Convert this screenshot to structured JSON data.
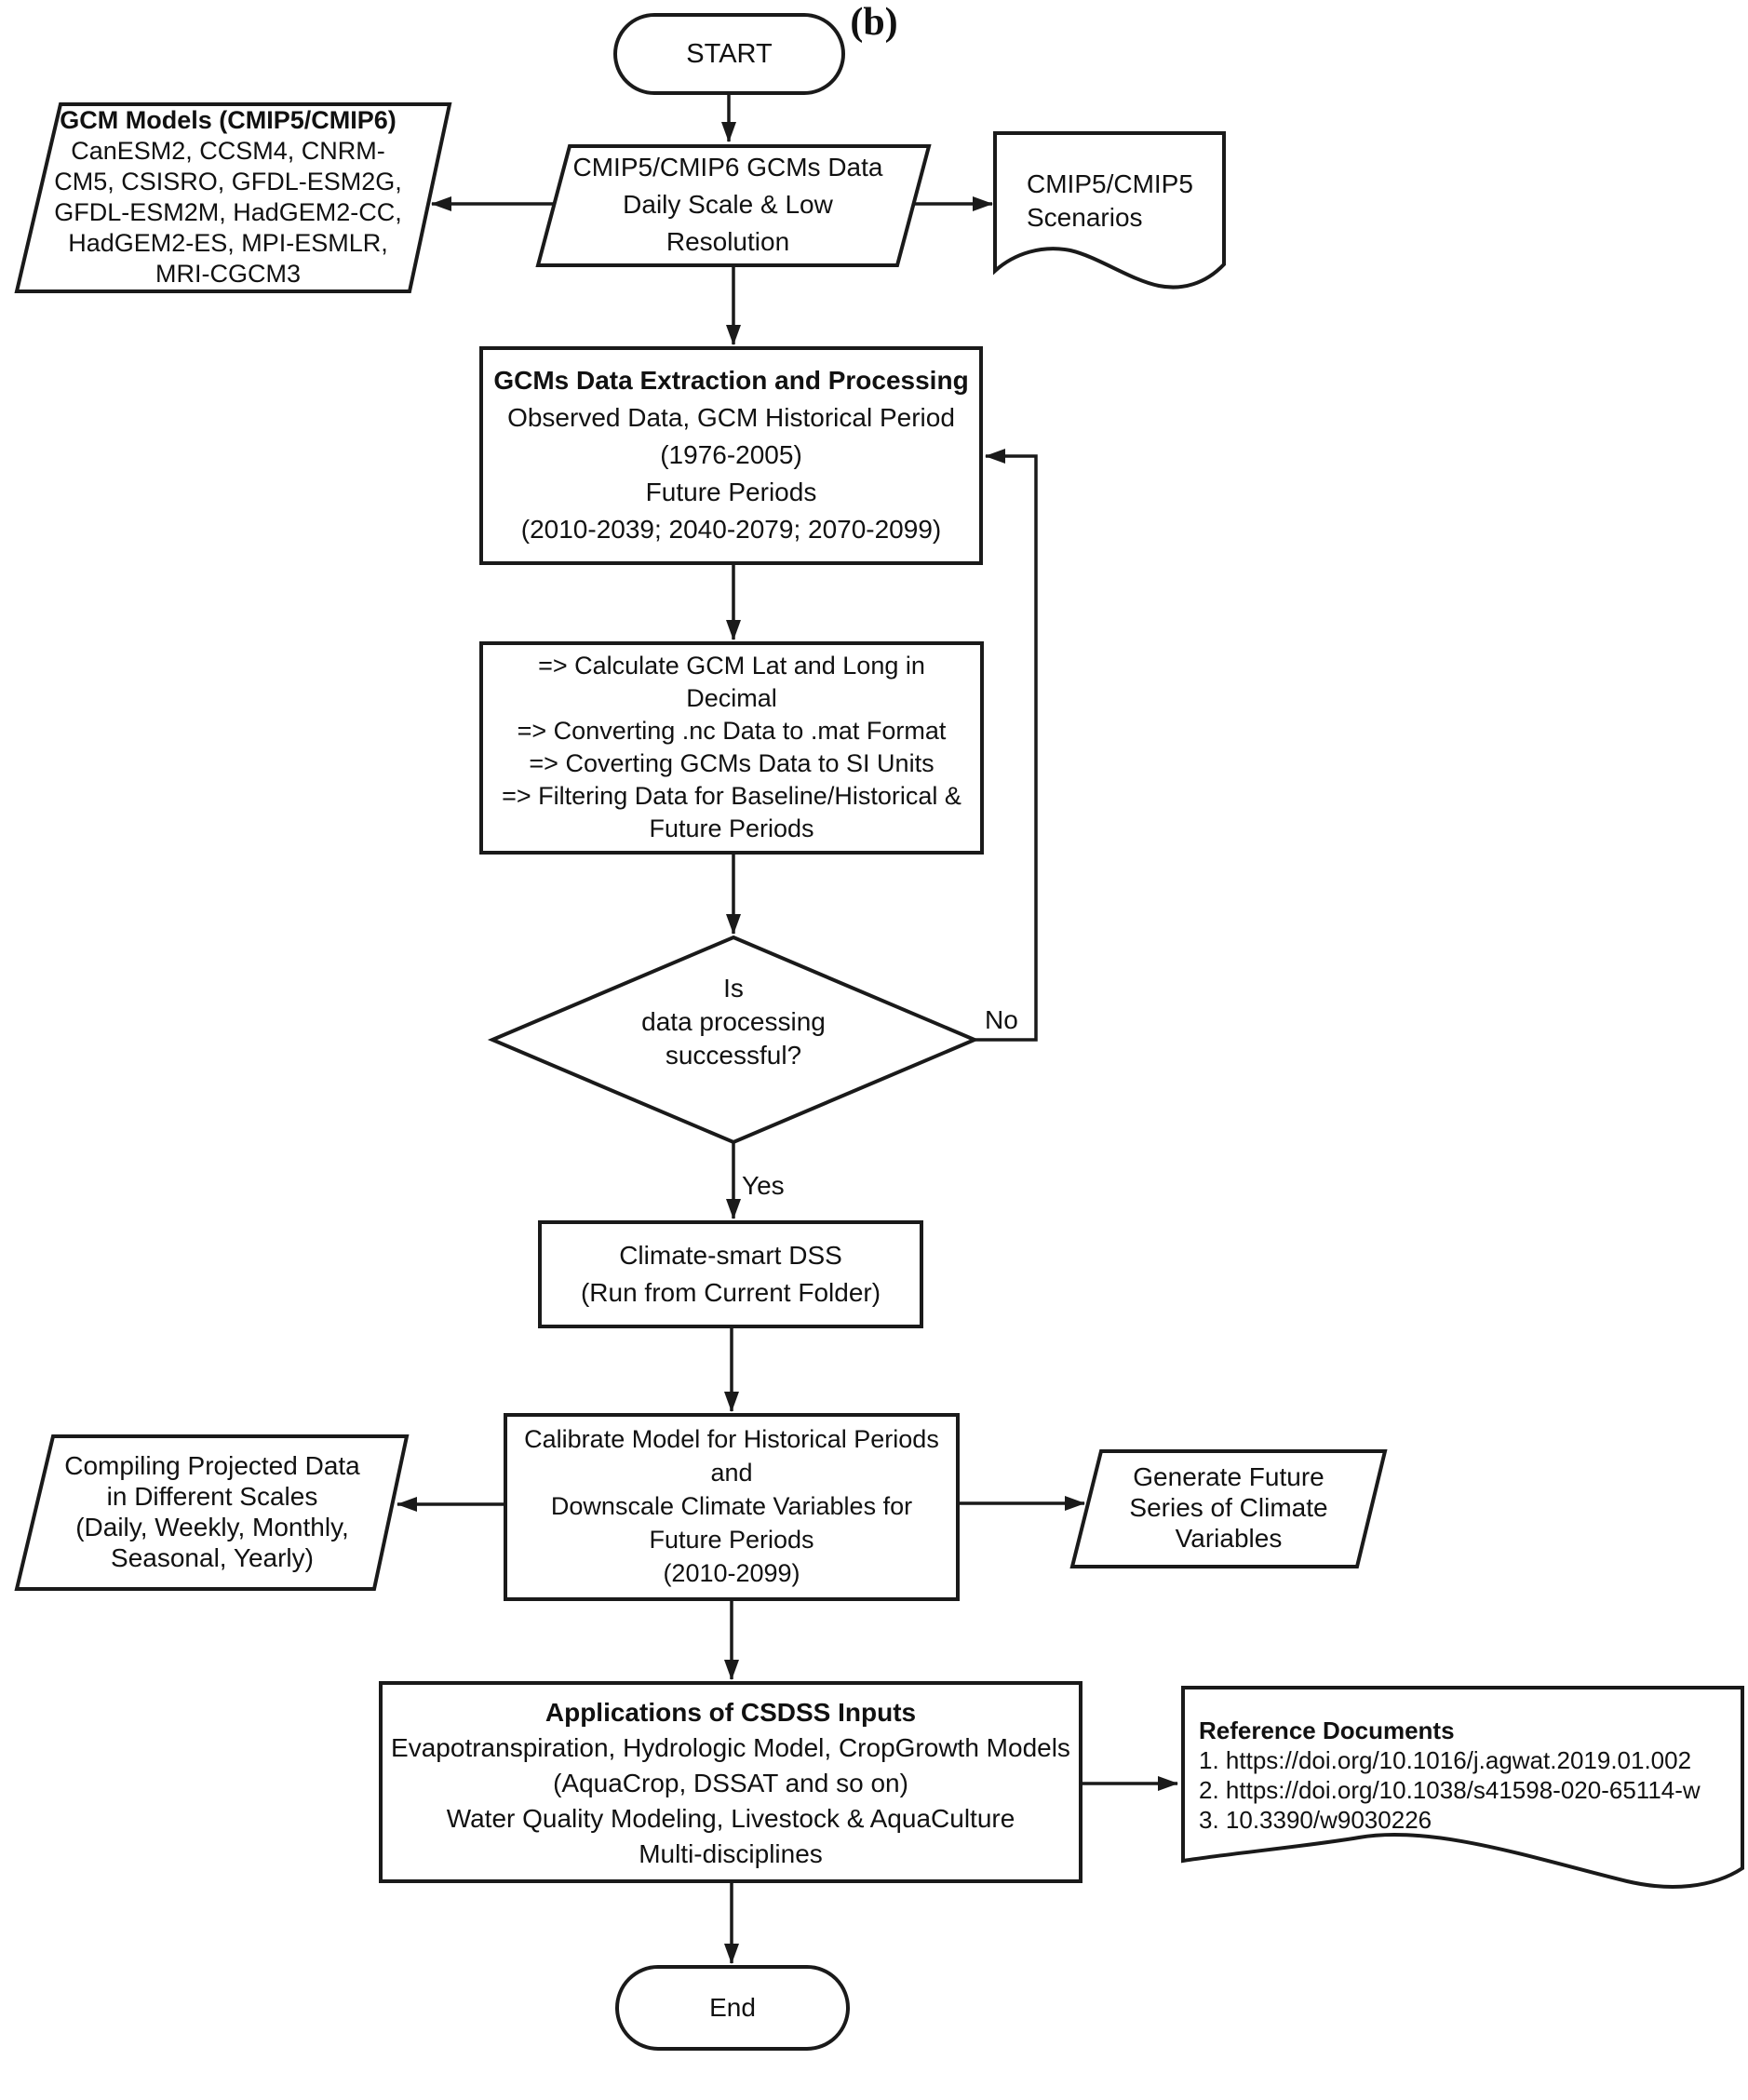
{
  "figure": {
    "caption": "(b)"
  },
  "colors": {
    "line": "#1a1a1a",
    "background": "#ffffff",
    "text": "#111111"
  },
  "edges": {
    "yes_label": "Yes",
    "no_label": "No"
  },
  "nodes": {
    "start": {
      "label": "START"
    },
    "gcm_models": {
      "title": "GCM Models (CMIP5/CMIP6)",
      "lines": [
        "CanESM2, CCSM4, CNRM-",
        "CM5, CSISRO, GFDL-ESM2G,",
        "GFDL-ESM2M, HadGEM2-CC,",
        "HadGEM2-ES, MPI-ESMLR,",
        "MRI-CGCM3"
      ]
    },
    "gcms_data": {
      "lines": [
        "CMIP5/CMIP6 GCMs Data",
        "Daily Scale & Low",
        "Resolution"
      ]
    },
    "scenarios": {
      "lines": [
        "CMIP5/CMIP5",
        "Scenarios"
      ]
    },
    "extraction": {
      "title": "GCMs Data Extraction and Processing",
      "lines": [
        "Observed Data, GCM Historical Period",
        "(1976-2005)",
        "Future Periods",
        "(2010-2039; 2040-2079; 2070-2099)"
      ]
    },
    "processing": {
      "lines": [
        "=> Calculate GCM Lat and Long in",
        "Decimal",
        "=> Converting .nc Data to .mat Format",
        "=> Coverting GCMs Data to SI Units",
        "=> Filtering Data for Baseline/Historical &",
        "Future Periods"
      ]
    },
    "decision": {
      "lines": [
        "Is",
        "data processing",
        "successful?"
      ]
    },
    "dss": {
      "lines": [
        "Climate-smart DSS",
        "(Run from Current Folder)"
      ]
    },
    "calibrate": {
      "lines": [
        "Calibrate Model for Historical Periods",
        "and",
        "Downscale Climate Variables for",
        "Future Periods",
        "(2010-2099)"
      ]
    },
    "compiling": {
      "lines": [
        "Compiling Projected Data",
        "in Different Scales",
        "(Daily, Weekly, Monthly,",
        "Seasonal, Yearly)"
      ]
    },
    "generate": {
      "lines": [
        "Generate Future",
        "Series of Climate",
        "Variables"
      ]
    },
    "applications": {
      "title": "Applications of CSDSS Inputs",
      "lines": [
        "Evapotranspiration, Hydrologic Model, CropGrowth Models",
        "(AquaCrop, DSSAT and so on)",
        "Water Quality Modeling, Livestock & AquaCulture",
        "Multi-disciplines"
      ]
    },
    "references": {
      "title": "Reference Documents",
      "lines": [
        "1. https://doi.org/10.1016/j.agwat.2019.01.002",
        "2. https://doi.org/10.1038/s41598-020-65114-w",
        "3. 10.3390/w9030226"
      ]
    },
    "end": {
      "label": "End"
    }
  }
}
